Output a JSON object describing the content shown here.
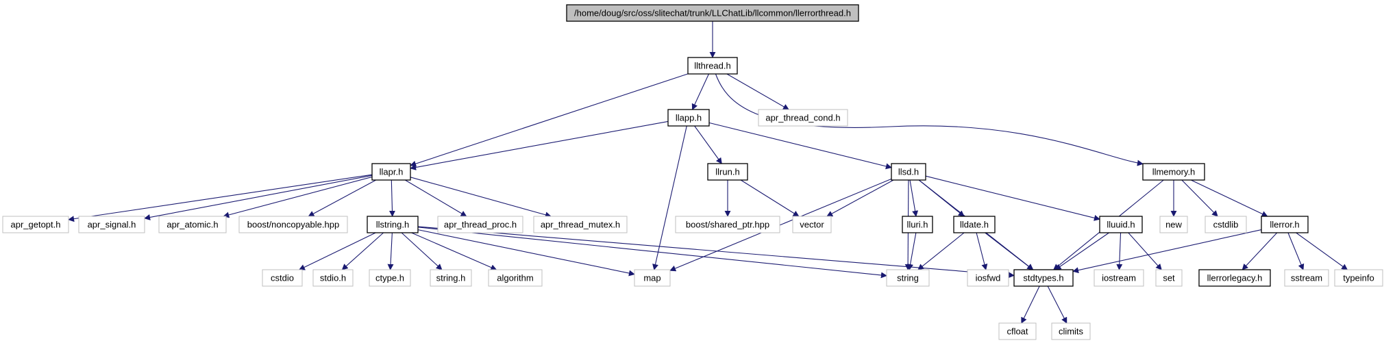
{
  "diagram": {
    "colors": {
      "edge": "#191970",
      "node_border_dark": "#000000",
      "node_border_light": "#bfbfbf",
      "root_fill": "#bfbfbf",
      "node_fill": "#ffffff",
      "text_dark": "#000000",
      "text_light": "#000000"
    },
    "nodes": [
      {
        "id": "root",
        "label": "/home/doug/src/oss/slitechat/trunk/LLChatLib/llcommon/llerrorthread.h",
        "style": "root"
      },
      {
        "id": "llthread",
        "label": "llthread.h",
        "style": "dark"
      },
      {
        "id": "llapp",
        "label": "llapp.h",
        "style": "dark"
      },
      {
        "id": "apr_thread_cond",
        "label": "apr_thread_cond.h",
        "style": "light"
      },
      {
        "id": "llapr",
        "label": "llapr.h",
        "style": "dark"
      },
      {
        "id": "llrun",
        "label": "llrun.h",
        "style": "dark"
      },
      {
        "id": "llsd",
        "label": "llsd.h",
        "style": "dark"
      },
      {
        "id": "llmemory",
        "label": "llmemory.h",
        "style": "dark"
      },
      {
        "id": "apr_getopt",
        "label": "apr_getopt.h",
        "style": "light"
      },
      {
        "id": "apr_signal",
        "label": "apr_signal.h",
        "style": "light"
      },
      {
        "id": "apr_atomic",
        "label": "apr_atomic.h",
        "style": "light"
      },
      {
        "id": "boost_noncopyable",
        "label": "boost/noncopyable.hpp",
        "style": "light"
      },
      {
        "id": "llstring",
        "label": "llstring.h",
        "style": "dark"
      },
      {
        "id": "apr_thread_proc",
        "label": "apr_thread_proc.h",
        "style": "light"
      },
      {
        "id": "apr_thread_mutex",
        "label": "apr_thread_mutex.h",
        "style": "light"
      },
      {
        "id": "boost_shared_ptr",
        "label": "boost/shared_ptr.hpp",
        "style": "light"
      },
      {
        "id": "vector",
        "label": "vector",
        "style": "light"
      },
      {
        "id": "lluri",
        "label": "lluri.h",
        "style": "dark"
      },
      {
        "id": "lldate",
        "label": "lldate.h",
        "style": "dark"
      },
      {
        "id": "lluuid",
        "label": "lluuid.h",
        "style": "dark"
      },
      {
        "id": "new",
        "label": "new",
        "style": "light"
      },
      {
        "id": "cstdlib",
        "label": "cstdlib",
        "style": "light"
      },
      {
        "id": "llerror",
        "label": "llerror.h",
        "style": "dark"
      },
      {
        "id": "cstdio",
        "label": "cstdio",
        "style": "light"
      },
      {
        "id": "stdio",
        "label": "stdio.h",
        "style": "light"
      },
      {
        "id": "ctype",
        "label": "ctype.h",
        "style": "light"
      },
      {
        "id": "string_h",
        "label": "string.h",
        "style": "light"
      },
      {
        "id": "algorithm",
        "label": "algorithm",
        "style": "light"
      },
      {
        "id": "map",
        "label": "map",
        "style": "light"
      },
      {
        "id": "string",
        "label": "string",
        "style": "light"
      },
      {
        "id": "iosfwd",
        "label": "iosfwd",
        "style": "light"
      },
      {
        "id": "stdtypes",
        "label": "stdtypes.h",
        "style": "dark"
      },
      {
        "id": "iostream",
        "label": "iostream",
        "style": "light"
      },
      {
        "id": "set",
        "label": "set",
        "style": "light"
      },
      {
        "id": "llerrorlegacy",
        "label": "llerrorlegacy.h",
        "style": "dark"
      },
      {
        "id": "sstream",
        "label": "sstream",
        "style": "light"
      },
      {
        "id": "typeinfo",
        "label": "typeinfo",
        "style": "light"
      },
      {
        "id": "cfloat",
        "label": "cfloat",
        "style": "light"
      },
      {
        "id": "climits",
        "label": "climits",
        "style": "light"
      }
    ],
    "edges": [
      [
        "root",
        "llthread"
      ],
      [
        "llthread",
        "llapr"
      ],
      [
        "llthread",
        "llapp"
      ],
      [
        "llthread",
        "apr_thread_cond"
      ],
      [
        "llthread",
        "llmemory"
      ],
      [
        "llapp",
        "llapr"
      ],
      [
        "llapp",
        "map"
      ],
      [
        "llapp",
        "llrun"
      ],
      [
        "llapp",
        "llsd"
      ],
      [
        "llapr",
        "apr_getopt"
      ],
      [
        "llapr",
        "apr_signal"
      ],
      [
        "llapr",
        "apr_atomic"
      ],
      [
        "llapr",
        "boost_noncopyable"
      ],
      [
        "llapr",
        "llstring"
      ],
      [
        "llapr",
        "apr_thread_proc"
      ],
      [
        "llapr",
        "apr_thread_mutex"
      ],
      [
        "llrun",
        "boost_shared_ptr"
      ],
      [
        "llrun",
        "vector"
      ],
      [
        "llsd",
        "vector"
      ],
      [
        "llsd",
        "map"
      ],
      [
        "llsd",
        "string"
      ],
      [
        "llsd",
        "lluri"
      ],
      [
        "llsd",
        "lldate"
      ],
      [
        "llsd",
        "stdtypes"
      ],
      [
        "llsd",
        "lluuid"
      ],
      [
        "llmemory",
        "stdtypes"
      ],
      [
        "llmemory",
        "new"
      ],
      [
        "llmemory",
        "cstdlib"
      ],
      [
        "llmemory",
        "llerror"
      ],
      [
        "llstring",
        "cstdio"
      ],
      [
        "llstring",
        "stdio"
      ],
      [
        "llstring",
        "ctype"
      ],
      [
        "llstring",
        "string_h"
      ],
      [
        "llstring",
        "algorithm"
      ],
      [
        "llstring",
        "map"
      ],
      [
        "llstring",
        "string"
      ],
      [
        "llstring",
        "stdtypes"
      ],
      [
        "lluri",
        "string"
      ],
      [
        "lldate",
        "string"
      ],
      [
        "lldate",
        "iosfwd"
      ],
      [
        "lldate",
        "stdtypes"
      ],
      [
        "lluuid",
        "stdtypes"
      ],
      [
        "lluuid",
        "iostream"
      ],
      [
        "lluuid",
        "set"
      ],
      [
        "llerror",
        "stdtypes"
      ],
      [
        "llerror",
        "llerrorlegacy"
      ],
      [
        "llerror",
        "sstream"
      ],
      [
        "llerror",
        "typeinfo"
      ],
      [
        "stdtypes",
        "cfloat"
      ],
      [
        "stdtypes",
        "climits"
      ]
    ]
  }
}
